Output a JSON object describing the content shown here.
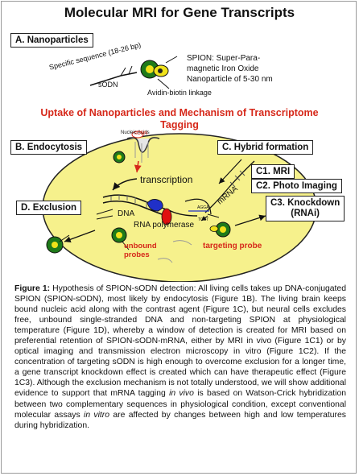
{
  "title": "Molecular MRI for Gene Transcripts",
  "panel_a": {
    "label": "A. Nanoparticles",
    "specific_sequence": "Specific sequence (18-26 bp)",
    "sodn": "sODN",
    "spion_desc_line1": "SPION: Super-Para-",
    "spion_desc_line2": "magnetic Iron Oxide",
    "spion_desc_line3": "Nanoparticle of 5-30 nm",
    "linkage": "Avidin-biotin linkage"
  },
  "section_heading_line1": "Uptake of Nanoparticles and Mechanism of Transcriptome",
  "section_heading_line2": "Tagging",
  "labels": {
    "endocytosis": "B. Endocytosis",
    "hybrid": "C. Hybrid formation",
    "c1": "C1. MRI",
    "c2": "C2. Photo Imaging",
    "c3_line1": "C3. Knockdown",
    "c3_line2": "(RNAi)",
    "exclusion": "D. Exclusion",
    "nucleic_acids": "Nucleic Acids",
    "sodn_small": "sODN",
    "transcription": "transcription",
    "dna": "DNA",
    "rna_polymerase": "RNA polymerase",
    "mrna": "mRNA",
    "unbound_probes_line1": "unbound",
    "unbound_probes_line2": "probes",
    "targeting_probe": "targeting probe",
    "seq1": "AGGA",
    "seq2": "TCCT"
  },
  "caption": {
    "figure_label": "Figure 1:",
    "text_parts": [
      " Hypothesis of SPION-sODN detection: All living cells takes up DNA-conjugated SPION (SPION-sODN), most likely by endocytosis (Figure 1B). The living brain keeps bound nucleic acid along with the contrast agent (Figure 1C), but neural cells excludes free, unbound single-stranded DNA and non-targeting SPION at physiological temperature (Figure 1D), whereby a window of detection is created for MRI based on preferential retention of SPION-sODN-mRNA, either by MRI in vivo (Figure 1C1) or by optical imaging and transmission electron microscopy in vitro (Figure 1C2). If the concentration of targeting sODN is high enough to overcome exclusion for a longer time, a gene transcript knockdown effect is created which can have therapeutic effect (Figure 1C3). Although the exclusion mechanism is not totally understood,  we will show additional evidence to support that mRNA tagging ",
      "in vivo",
      " is based on Watson-Crick hybridization between two complementary sequences in physiological condition, except conventional molecular assays ",
      "in vitro",
      " are affected by changes between high and low temperatures during hybridization."
    ]
  },
  "colors": {
    "cell_fill": "#f6f18c",
    "heading_red": "#d6281a",
    "spion_green": "#1f7a1a",
    "spion_yellow": "#f0e21a",
    "probe_red": "#e01010",
    "polymerase_blue": "#2030c8"
  }
}
